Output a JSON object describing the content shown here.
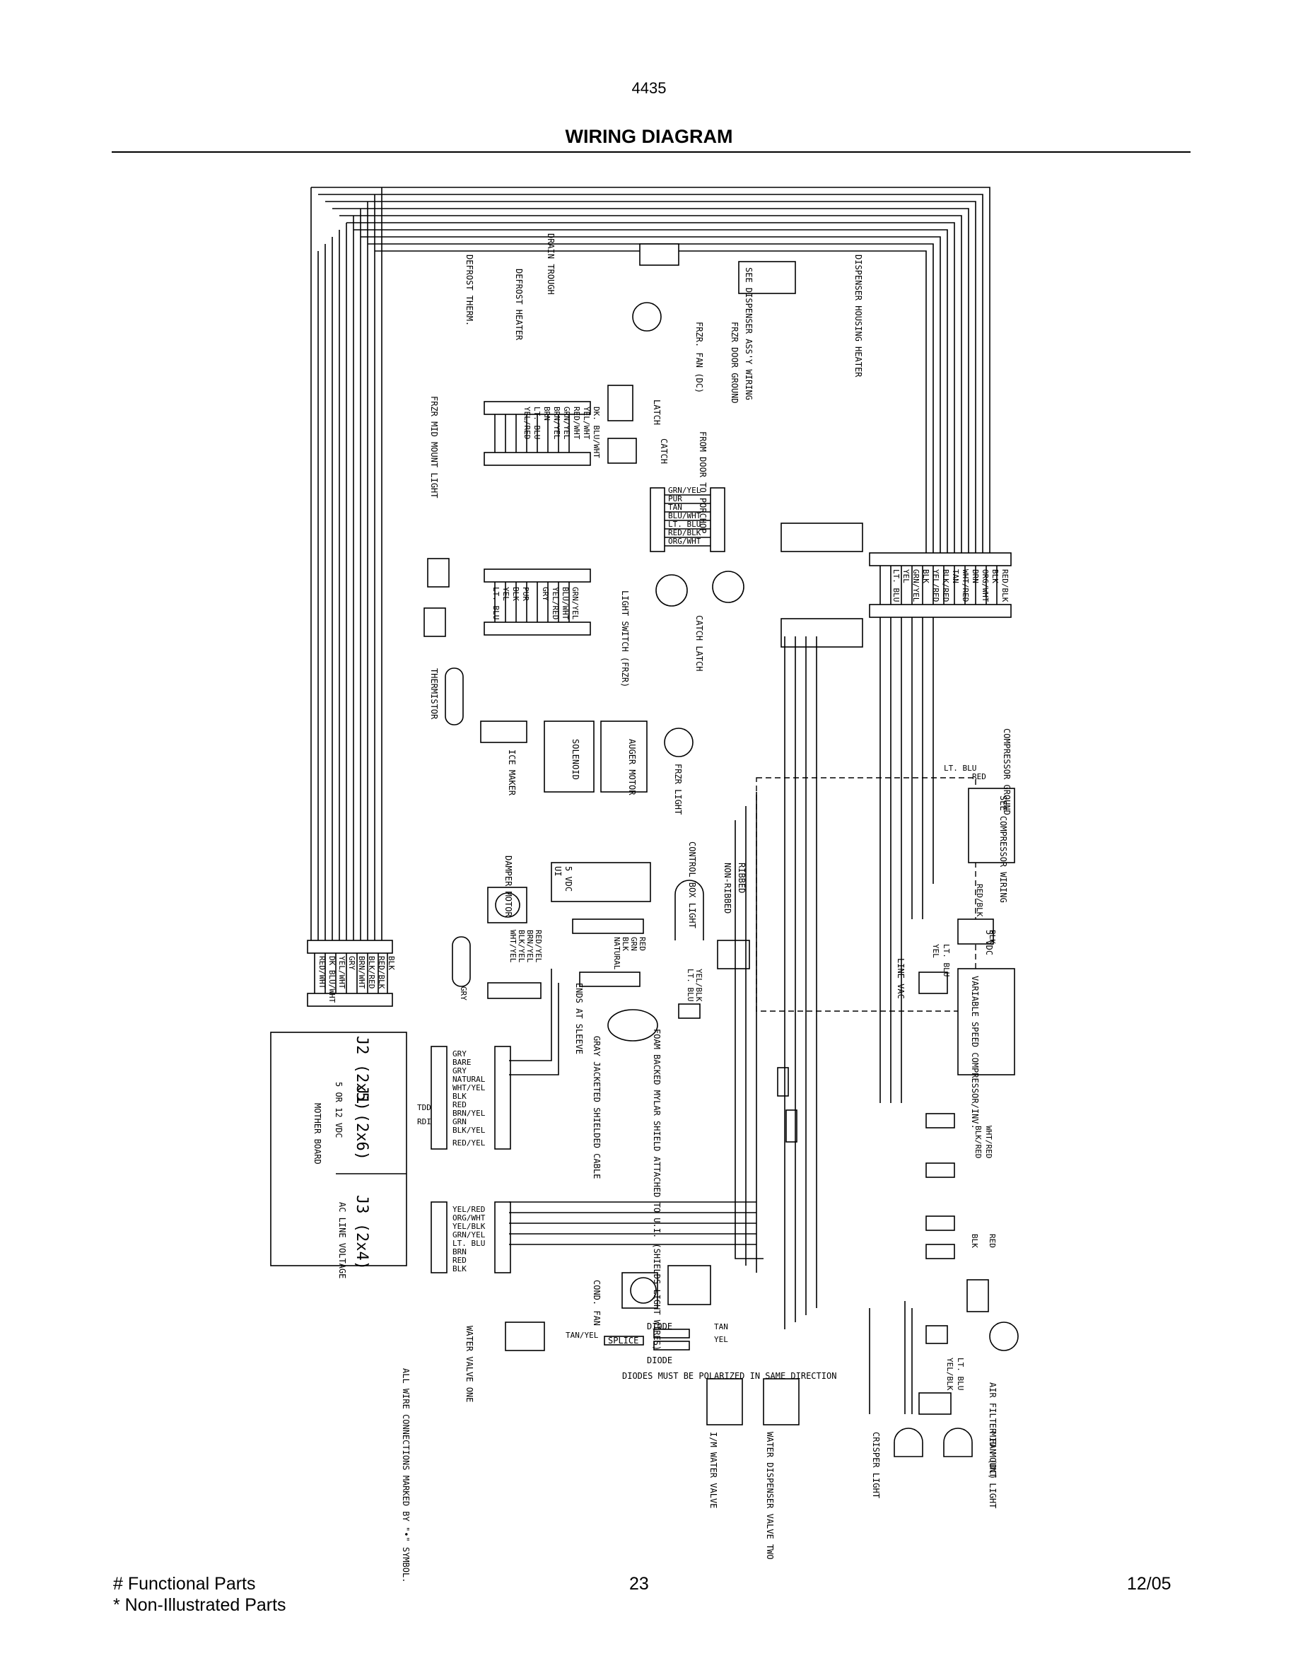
{
  "header": {
    "model": "4435",
    "title": "WIRING DIAGRAM"
  },
  "footer": {
    "note1": "# Functional Parts",
    "note2": "* Non-Illustrated Parts",
    "page": "23",
    "date": "12/05"
  },
  "components": {
    "drain_trough": "DRAIN TROUGH",
    "defrost_therm": "DEFROST THERM.",
    "defrost_heater": "DEFROST HEATER",
    "frzr_fan": "FRZR. FAN (DC)",
    "frzr_door_ground": "FRZR DOOR GROUND",
    "see_dispenser": "SEE DISPENSER ASS'Y WIRING",
    "dispenser_heater": "DISPENSER HOUSING HEATER",
    "frzr_mid_mount_light": "FRZR MID MOUNT LIGHT",
    "latch": "LATCH",
    "catch": "CATCH",
    "from_door_porchop": "FROM DOOR TO PORCHOP",
    "light_switch": "LIGHT SWITCH (FRZR)",
    "catch_latch": "CATCH LATCH",
    "thermistor": "THERMISTOR",
    "ice_maker": "ICE MAKER",
    "solenoid": "SOLENOID",
    "auger_motor": "AUGER MOTOR",
    "frzr_light": "FRZR LIGHT",
    "compressor_ground": "COMPRESSOR GROUND",
    "see_compressor": "SEE COMPRESSOR WIRING",
    "damper_motor": "DAMPER MOTOR",
    "control_box_light": "CONTROL BOX LIGHT",
    "ribbed": "RIBBED",
    "non_ribbed": "NON-RIBBED",
    "ui_label": "UI",
    "five_vdc": "5 VDC",
    "five_vdc_wave": "5 VDC",
    "line_vac": "LINE VAC",
    "variable_speed": "VARIABLE SPEED COMPRESSOR/INV.",
    "ends_at_sleeve": "ENDS AT SLEEVE",
    "gray_jacketed": "GRAY JACKETED SHIELDED CABLE",
    "foam_backed": "FOAM BACKED MYLAR SHIELD ATTACHED TO U.I. (SHIELDS LIGHT WIRES)",
    "mother_board": "MOTHER BOARD",
    "ac_line_voltage": "AC LINE VOLTAGE",
    "five_or_12_vdc": "5 OR 12 VDC",
    "j1": "J1 (2x6)",
    "j2": "J2 (2x5)",
    "j3": "J3 (2x4)",
    "cond_fan": "COND. FAN",
    "water_valve_one": "WATER VALVE ONE",
    "diode": "DIODE",
    "splice": "SPLICE",
    "diodes_note": "DIODES MUST BE POLARIZED IN SAME DIRECTION",
    "im_water_valve": "I/M WATER VALVE",
    "water_dispenser_valve_two": "WATER DISPENSER VALVE TWO",
    "crisper_light": "CRISPER LIGHT",
    "air_filter_fan": "AIR FILTER FAN (DC)",
    "mid_mount_light": "MID MOUNT LIGHT",
    "all_wire_note": "ALL WIRE CONNECTIONS MARKED BY \"•\" SYMBOL."
  },
  "wire_lists": {
    "top_connector": [
      "DK. BLU/WHT",
      "YEL/WHT",
      "RED/WHT",
      "GRN/YEL",
      "BRN/YEL",
      "BRN",
      "LT. BLU",
      "YEL/RED"
    ],
    "porchop": [
      "GRN/YEL",
      "PUR",
      "TAN",
      "BLU/WHT",
      "LT. BLU",
      "RED/BLK",
      "ORG/WHT"
    ],
    "mid_connector": [
      "GRN/YEL",
      "BLU/WHT",
      "YEL/RED",
      "GRY",
      "PUR",
      "BLK",
      "YEL",
      "LT. BLU"
    ],
    "right_connector": [
      "RED/BLK",
      "BLK",
      "ORG/WHT",
      "BRN",
      "WHT/RED",
      "TAN",
      "BLK/RED",
      "YEL/RED",
      "BLK",
      "GRN/YEL",
      "YEL",
      "LT. BLU"
    ],
    "left_connector": [
      "BLK",
      "RED/BLK",
      "BLK/RED",
      "BRN/WHT",
      "GRY",
      "YEL/WHT",
      "DK BLU/WHT",
      "RED/WHT"
    ],
    "j2_j1_wires": [
      "GRY",
      "BARE",
      "GRY",
      "NATURAL",
      "WHT/YEL",
      "BLK",
      "RED",
      "BRN/YEL",
      "GRN",
      "BLK/YEL",
      "RED/YEL"
    ],
    "j3_wires": [
      "YEL/RED",
      "ORG/WHT",
      "YEL/BLK",
      "GRN/YEL",
      "LT. BLU",
      "BRN",
      "RED",
      "BLK"
    ],
    "damper_wires": [
      "RED/YEL",
      "BRN/YEL",
      "BLK/YEL",
      "WHT/YEL"
    ],
    "ui_wires": [
      "RED",
      "GRN",
      "BLK",
      "NATURAL"
    ],
    "misc": [
      "GRY",
      "YEL/BLK",
      "LT. BLU",
      "TAN/YEL",
      "TAN",
      "YEL",
      "WHT/RED",
      "BLK/RED",
      "RED",
      "BLK",
      "YEL/BLK",
      "LT. BLU",
      "RED/BLK",
      "LT. BLU",
      "RED",
      "BLK",
      "YEL",
      "LT. BLU",
      "TDD",
      "RDI"
    ]
  }
}
